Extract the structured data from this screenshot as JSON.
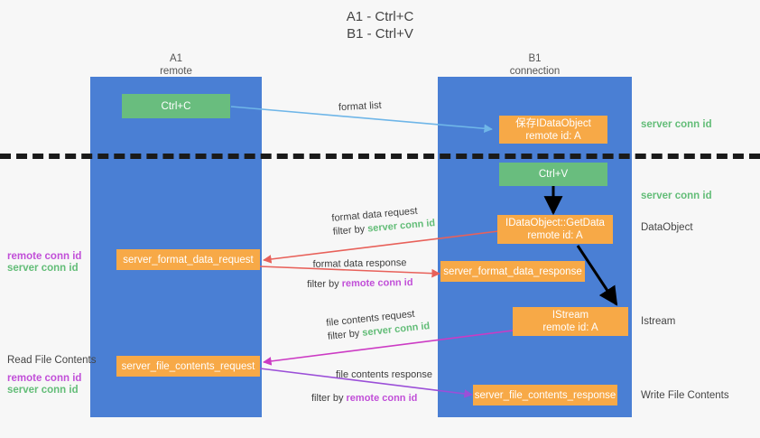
{
  "title": {
    "line1": "A1 - Ctrl+C",
    "line2": "B1 - Ctrl+V"
  },
  "columns": [
    {
      "name": "A1",
      "sub": "remote"
    },
    {
      "name": "B1",
      "sub": "connection"
    }
  ],
  "colors": {
    "lane": "#4a7fd4",
    "green_box": "#69bd7e",
    "orange_box": "#f7a947",
    "server_conn": "#63bd78",
    "remote_conn": "#c14fd8",
    "arrow_blue": "#6fb6e8",
    "arrow_red": "#e8615a",
    "arrow_magenta": "#cc3bc4",
    "arrow_purple": "#9b4fd8",
    "arrow_black": "#000000",
    "separator": "#1a1a1a"
  },
  "boxes": {
    "ctrl_c": "Ctrl+C",
    "ctrl_v": "Ctrl+V",
    "save_idataobject_l1": "保存IDataObject",
    "save_idataobject_l2": "remote id: A",
    "getdata_l1": "IDataObject::GetData",
    "getdata_l2": "remote id: A",
    "istream_l1": "IStream",
    "istream_l2": "remote id: A",
    "server_format_data_request": "server_format_data_request",
    "server_format_data_response": "server_format_data_response",
    "server_file_contents_request": "server_file_contents_request",
    "server_file_contents_response": "server_file_contents_response"
  },
  "right_labels": {
    "server_conn_id_top": "server conn id",
    "server_conn_id_mid": "server conn id",
    "dataobject": "DataObject",
    "istream": "Istream",
    "write_file_contents": "Write File Contents"
  },
  "left_labels": {
    "remote_conn_id_1": "remote conn id",
    "server_conn_id_1": "server conn id",
    "read_file_contents": "Read File Contents",
    "remote_conn_id_2": "remote conn id",
    "server_conn_id_2": "server conn id"
  },
  "edges": {
    "format_list": "format list",
    "format_data_request": "format data request",
    "format_data_request_filter_pre": "filter by ",
    "format_data_request_filter_val": "server conn id",
    "format_data_response": "format data response",
    "format_data_response_filter_pre": "filter by ",
    "format_data_response_filter_val": "remote conn id",
    "file_contents_request": "file contents request",
    "file_contents_request_filter_pre": "filter by ",
    "file_contents_request_filter_val": "server conn id",
    "file_contents_response": "file contents response",
    "file_contents_response_filter_pre": "filter by ",
    "file_contents_response_filter_val": "remote conn id"
  }
}
